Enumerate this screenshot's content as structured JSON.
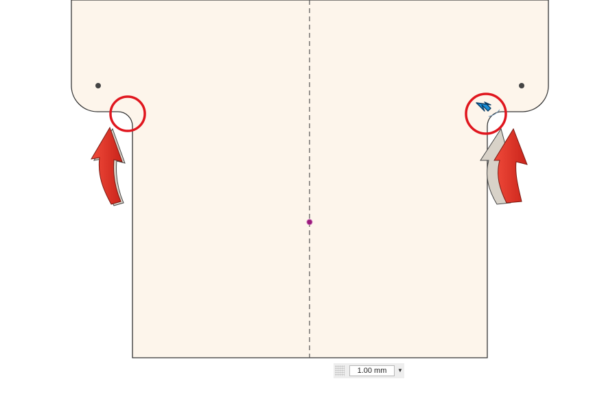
{
  "viewport": {
    "sketch_fill": "#fdf5eb",
    "outline_color": "#333333",
    "centerline_color": "#555555",
    "hole_color": "#444444",
    "center_point_color": "#9a1a7a",
    "highlight_circle_color": "#e0161e",
    "arrow_color": "#e23327",
    "cursor_color": "#1a8fd6"
  },
  "annotations": [
    {
      "name": "left-corner-highlight",
      "icon": "red-circle"
    },
    {
      "name": "right-corner-highlight",
      "icon": "red-circle"
    },
    {
      "name": "left-curved-arrow",
      "icon": "curved-up-arrow"
    },
    {
      "name": "right-curved-arrow",
      "icon": "curved-up-arrow"
    }
  ],
  "dimension_input": {
    "value": "1.00 mm",
    "dropdown_icon": "triangle-down-icon"
  }
}
